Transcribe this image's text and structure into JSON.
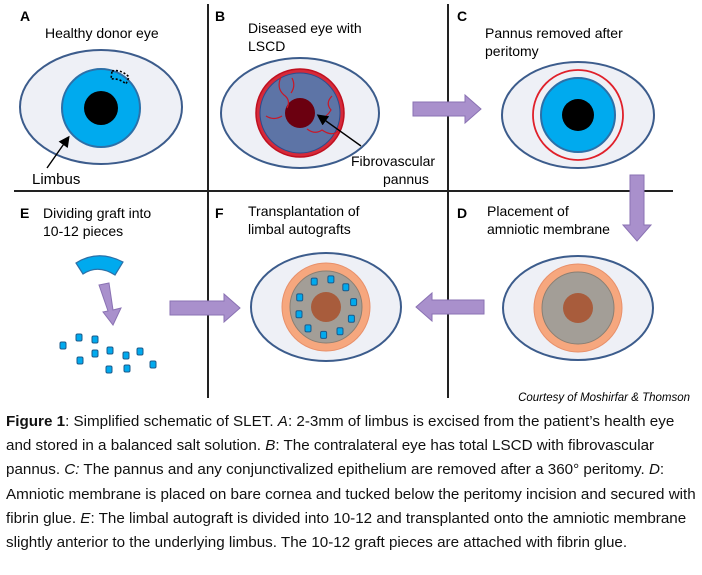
{
  "panels": {
    "A": {
      "letter": "A",
      "title": [
        "Healthy donor eye"
      ],
      "label": "Limbus"
    },
    "B": {
      "letter": "B",
      "title": [
        "Diseased eye with",
        "LSCD"
      ],
      "label": [
        "Fibrovascular",
        "pannus"
      ]
    },
    "C": {
      "letter": "C",
      "title": [
        "Pannus removed after",
        "peritomy"
      ]
    },
    "D": {
      "letter": "D",
      "title": [
        "Placement of",
        "amniotic membrane"
      ]
    },
    "E": {
      "letter": "E",
      "title": [
        "Dividing graft into",
        "10-12 pieces"
      ]
    },
    "F": {
      "letter": "F",
      "title": [
        "Transplantation of",
        "limbal autografts"
      ]
    }
  },
  "credit": "Courtesy of Moshirfar & Thomson",
  "colors": {
    "iris_blue": "#00aaee",
    "eye_white": "#eef0f6",
    "eye_outline": "#3c5c8c",
    "diseased_cornea": "#5d74a6",
    "pupil_dark_red": "#6b0010",
    "vessel_red": "#d01020",
    "membrane_orange": "#f6a77e",
    "membrane_gray": "#a39e97",
    "center_brown": "#a85c3c",
    "arrow_purple": "#a990cc",
    "divider": "#222222"
  },
  "caption": {
    "lead": "Figure 1",
    "segments": [
      {
        "t": ": Simplified schematic of SLET. ",
        "s": "n"
      },
      {
        "t": "A",
        "s": "i"
      },
      {
        "t": ": 2-3mm of limbus is excised from the patient’s health eye and stored in a balanced salt solution. ",
        "s": "n"
      },
      {
        "t": "B",
        "s": "i"
      },
      {
        "t": ": The contralateral eye has total LSCD with fibrovascular pannus. ",
        "s": "n"
      },
      {
        "t": "C:",
        "s": "i"
      },
      {
        "t": " The pannus and any conjunctivalized epithelium are removed after a 360° peritomy. ",
        "s": "n"
      },
      {
        "t": "D",
        "s": "i"
      },
      {
        "t": ": Amniotic membrane is placed on bare cornea and tucked below the peritomy incision and secured with fibrin glue. ",
        "s": "n"
      },
      {
        "t": "E",
        "s": "i"
      },
      {
        "t": ": The limbal autograft is divided into 10-12 and transplanted onto the amniotic membrane slightly anterior to the underlying limbus. The 10-12 graft pieces are attached with fibrin glue.",
        "s": "n"
      }
    ]
  }
}
